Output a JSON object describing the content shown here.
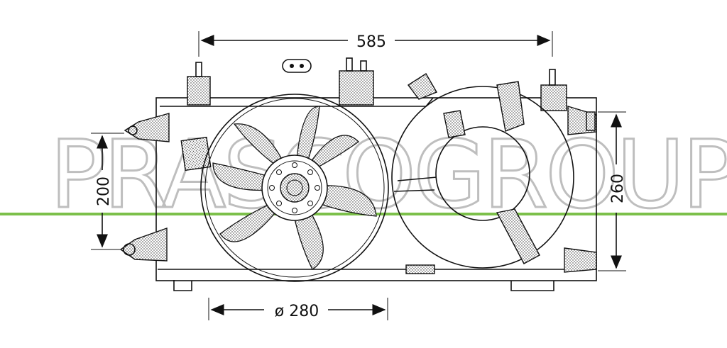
{
  "dimensions": {
    "width_label": "585",
    "fan_diameter_label": "ø 280",
    "left_height_label": "200",
    "right_height_label": "260"
  },
  "watermark": {
    "text": "PRASCOGROUP"
  },
  "colors": {
    "ink": "#111111",
    "watermark": "#8a8a8a",
    "guide_line": "#7cc04a"
  }
}
